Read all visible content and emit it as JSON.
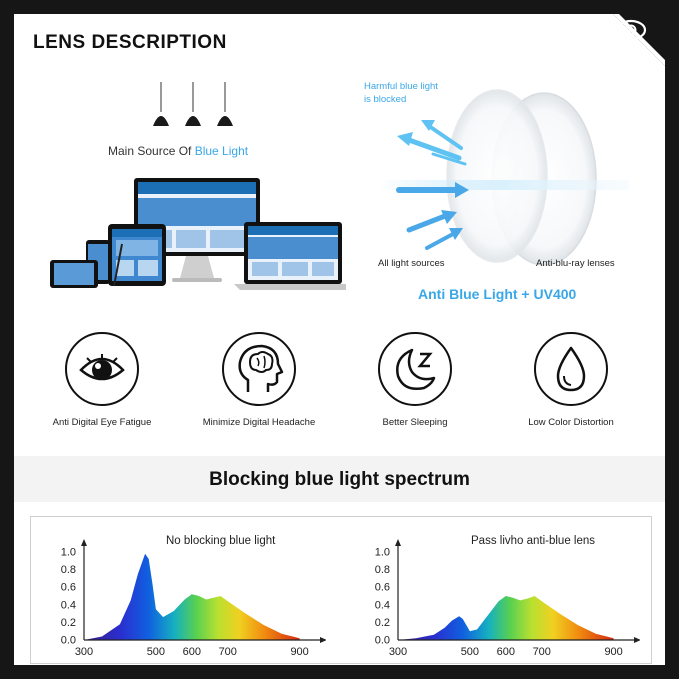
{
  "header": {
    "title": "LENS DESCRIPTION"
  },
  "left_panel": {
    "caption_prefix": "Main Source Of ",
    "caption_highlight": "Blue Light",
    "highlight_color": "#3aa7e8"
  },
  "right_panel": {
    "blocked_label_line1": "Harmful blue light",
    "blocked_label_line2": "is blocked",
    "sources_label": "All light sources",
    "lens_label": "Anti-blu-ray lenses",
    "tagline": "Anti Blue Light + UV400"
  },
  "features": [
    {
      "label": "Anti Digital Eye Fatigue",
      "icon": "eye-icon"
    },
    {
      "label": "Minimize Digital Headache",
      "icon": "head-brain-icon"
    },
    {
      "label": "Better Sleeping",
      "icon": "moon-sleep-icon"
    },
    {
      "label": "Low Color Distortion",
      "icon": "drop-icon"
    }
  ],
  "spectrum_section": {
    "title": "Blocking blue light spectrum"
  },
  "chart_data": [
    {
      "type": "area",
      "title": "No blocking blue light",
      "x": [
        300,
        350,
        400,
        430,
        450,
        470,
        480,
        490,
        500,
        520,
        550,
        580,
        600,
        620,
        640,
        660,
        680,
        700,
        750,
        800,
        850,
        900
      ],
      "y": [
        0.0,
        0.04,
        0.18,
        0.45,
        0.75,
        0.98,
        0.92,
        0.65,
        0.35,
        0.26,
        0.33,
        0.46,
        0.52,
        0.5,
        0.46,
        0.48,
        0.5,
        0.44,
        0.3,
        0.17,
        0.07,
        0.02
      ],
      "xticks": [
        "300",
        "500",
        "600",
        "700",
        "900"
      ],
      "yticks": [
        "0.0",
        "0.2",
        "0.4",
        "0.6",
        "0.8",
        "1.0"
      ],
      "xlim": [
        300,
        940
      ],
      "ylim": [
        0,
        1.0
      ]
    },
    {
      "type": "area",
      "title": "Pass livho anti-blue lens",
      "x": [
        300,
        350,
        400,
        430,
        450,
        470,
        480,
        490,
        500,
        520,
        550,
        580,
        600,
        620,
        640,
        660,
        680,
        700,
        750,
        800,
        850,
        900
      ],
      "y": [
        0.0,
        0.02,
        0.06,
        0.14,
        0.22,
        0.27,
        0.24,
        0.17,
        0.1,
        0.12,
        0.28,
        0.44,
        0.5,
        0.48,
        0.45,
        0.47,
        0.5,
        0.44,
        0.3,
        0.17,
        0.07,
        0.02
      ],
      "xticks": [
        "300",
        "500",
        "600",
        "700",
        "900"
      ],
      "yticks": [
        "0.0",
        "0.2",
        "0.4",
        "0.6",
        "0.8",
        "1.0"
      ],
      "xlim": [
        300,
        940
      ],
      "ylim": [
        0,
        1.0
      ]
    }
  ]
}
